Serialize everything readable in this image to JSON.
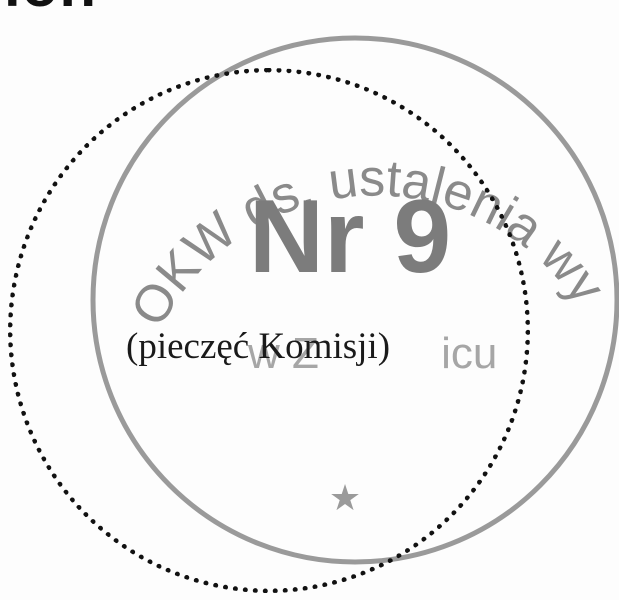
{
  "heading": {
    "fragment": "ion"
  },
  "stamp": {
    "upper_arc_text": "OKW ds. ustalenia wyników",
    "center_number": "Nr 9",
    "lower_text": "w Z          icu",
    "star": "★",
    "ink_color": "#8a8a8a"
  },
  "placeholder": {
    "label": "(pieczęć Komisji)",
    "border_color": "#111111"
  }
}
